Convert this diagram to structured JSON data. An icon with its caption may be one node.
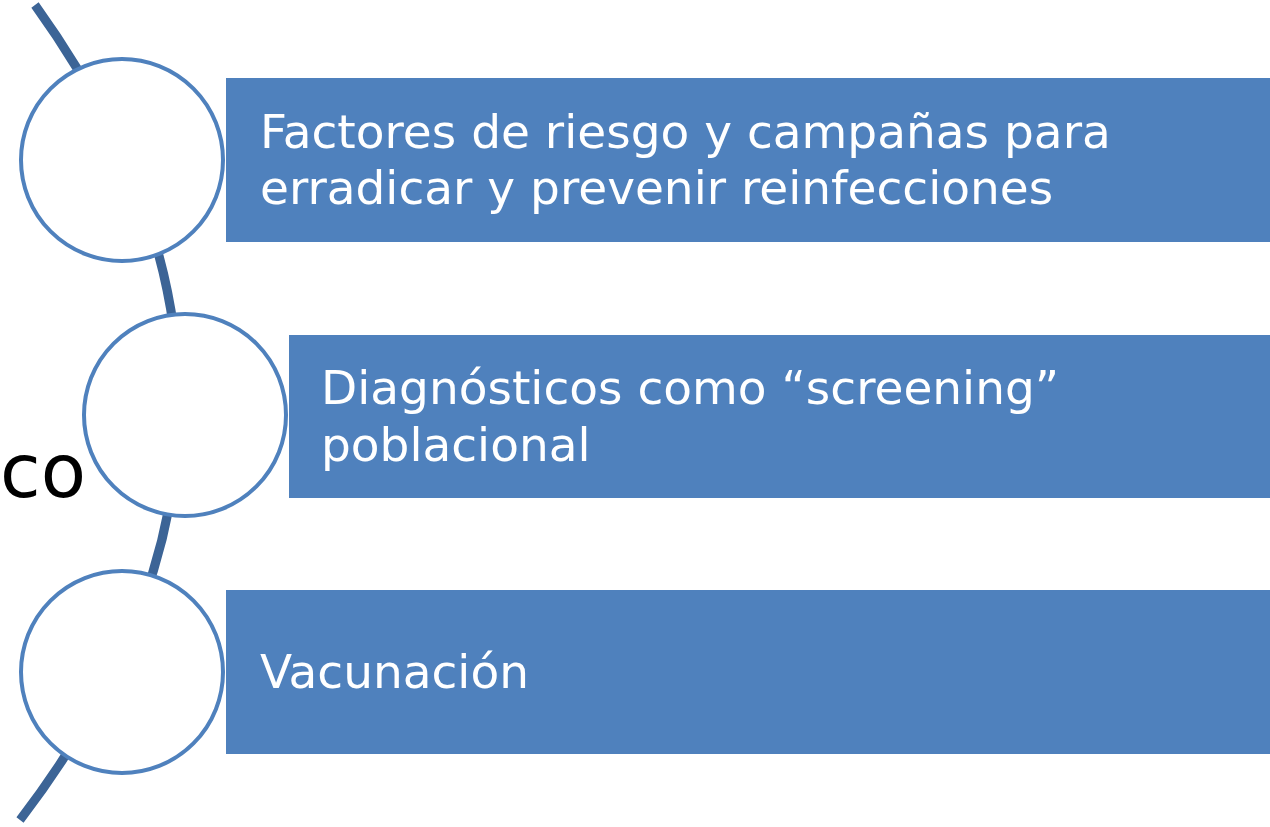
{
  "diagram": {
    "nodes": [
      {
        "text": [],
        "shape": "circle"
      },
      {
        "text": [
          "Factores de riesgo y campañas para erradicar y prevenir reinfecciones"
        ]
      },
      {
        "text": [],
        "shape": "circle"
      },
      {
        "text": [
          "Diagnósticos como “screening” poblacional"
        ]
      },
      {
        "text": [],
        "shape": "circle"
      },
      {
        "text": [
          "Vacunación"
        ]
      }
    ],
    "labels": [
      "co"
    ]
  }
}
